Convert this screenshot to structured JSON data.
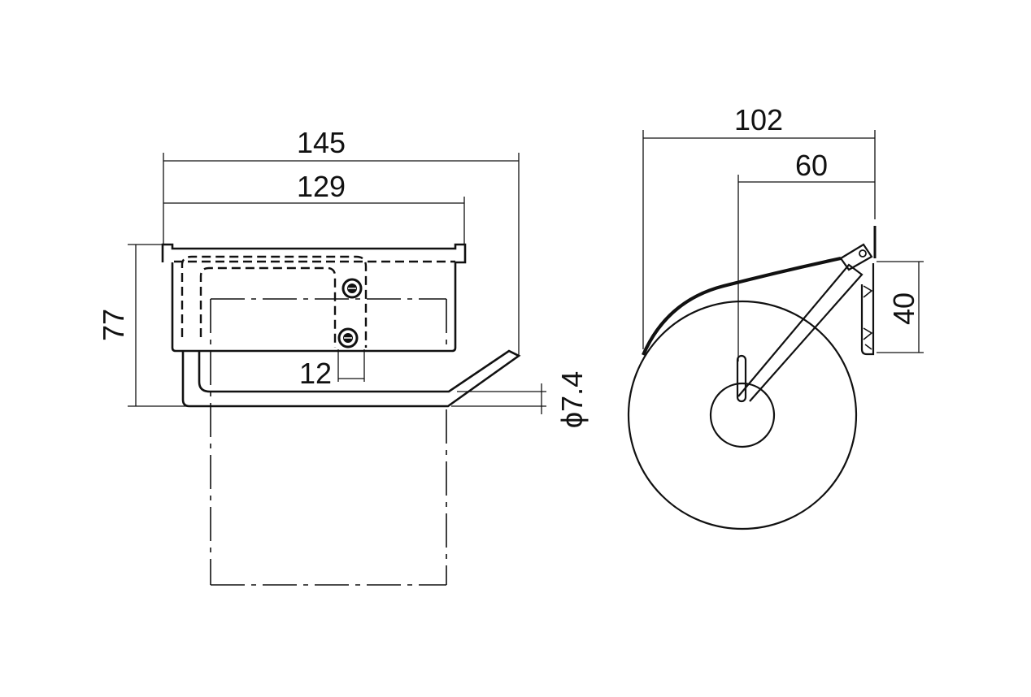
{
  "front_view": {
    "dimensions": {
      "overall_width": "145",
      "roll_width": "129",
      "height": "77",
      "screw_spacing": "12",
      "bar_diameter": "ϕ7.4"
    }
  },
  "side_view": {
    "dimensions": {
      "depth": "102",
      "shaft_offset": "60",
      "mount_height": "40"
    }
  },
  "colors": {
    "line": "#111111",
    "background": "#ffffff"
  }
}
